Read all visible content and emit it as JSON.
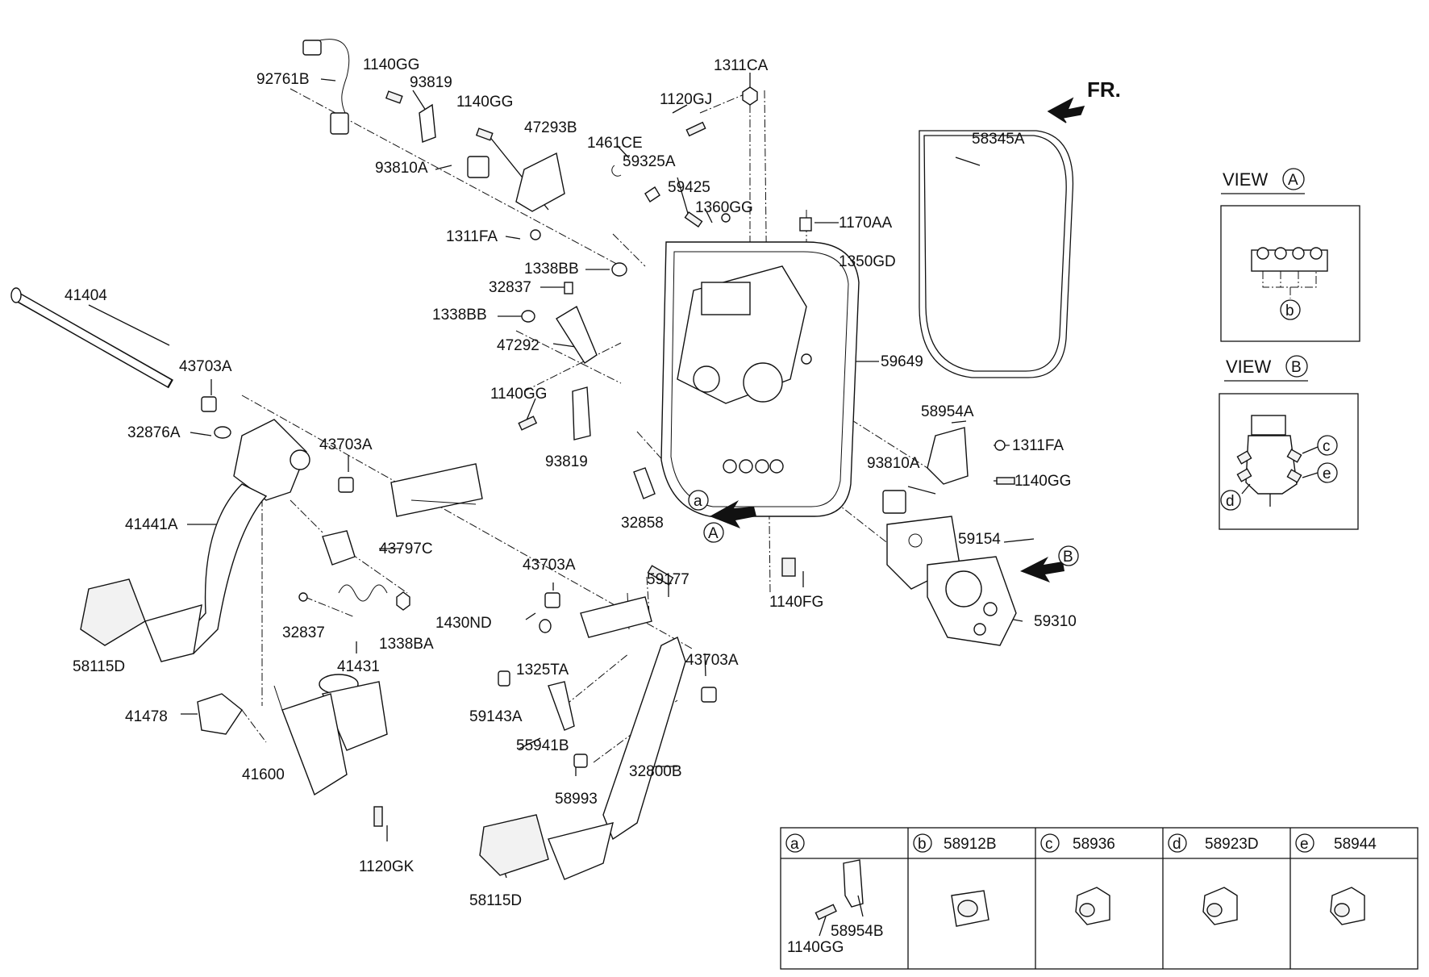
{
  "labels": {
    "p92761B": "92761B",
    "p1140GG_1": "1140GG",
    "p93819_1": "93819",
    "p1140GG_2": "1140GG",
    "p47293B": "47293B",
    "p93810A_1": "93810A",
    "p1311FA_1": "1311FA",
    "p1311CA": "1311CA",
    "p1120GJ": "1120GJ",
    "p1461CE": "1461CE",
    "p59325A": "59325A",
    "p59425": "59425",
    "p1360GG": "1360GG",
    "p58345A": "58345A",
    "p1170AA": "1170AA",
    "p1350GD": "1350GD",
    "p1338BB_1": "1338BB",
    "p32837_1": "32837",
    "p1338BB_2": "1338BB",
    "p47292": "47292",
    "p59649": "59649",
    "p41404": "41404",
    "p43703A_1": "43703A",
    "p32876A": "32876A",
    "p43703A_2": "43703A",
    "p1140GG_3": "1140GG",
    "p93819_2": "93819",
    "p58954A": "58954A",
    "p1311FA_2": "1311FA",
    "p93810A_2": "93810A",
    "p1140GG_4": "1140GG",
    "p32858": "32858",
    "p41441A": "41441A",
    "p43797C": "43797C",
    "p43703A_3": "43703A",
    "p59177": "59177",
    "p59154": "59154",
    "p1140FG": "1140FG",
    "p58115D_1": "58115D",
    "p32837_2": "32837",
    "p41431": "41431",
    "p1338BA": "1338BA",
    "p1430ND": "1430ND",
    "p1325TA": "1325TA",
    "p43703A_4": "43703A",
    "p59310": "59310",
    "p41478": "41478",
    "p59143A": "59143A",
    "p55941B": "55941B",
    "p32800B": "32800B",
    "p41600": "41600",
    "p58993": "58993",
    "p1120GK": "1120GK",
    "p58115D_2": "58115D"
  },
  "callouts": {
    "a": "a",
    "A": "A",
    "B": "B",
    "fr": "FR."
  },
  "views": {
    "viewA_label": "VIEW",
    "viewA_letter": "A",
    "viewA_sub": "b",
    "viewB_label": "VIEW",
    "viewB_letter": "B",
    "viewB_c": "c",
    "viewB_d": "d",
    "viewB_e": "e"
  },
  "legend_table": {
    "cells": [
      {
        "letter": "a",
        "part": ""
      },
      {
        "letter": "b",
        "part": "58912B"
      },
      {
        "letter": "c",
        "part": "58936"
      },
      {
        "letter": "d",
        "part": "58923D"
      },
      {
        "letter": "e",
        "part": "58944"
      }
    ],
    "a_sub1": "1140GG",
    "a_sub2": "58954B"
  }
}
